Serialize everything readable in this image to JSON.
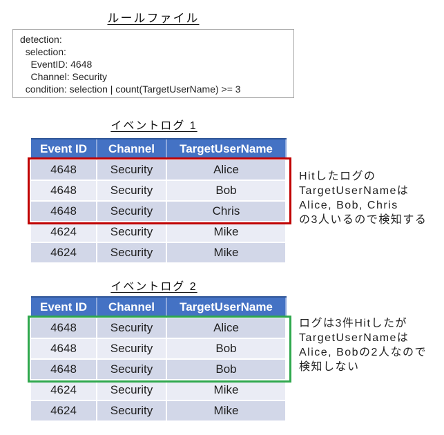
{
  "colors": {
    "table_header_bg": "#4472C4",
    "table_header_text": "#FFFFFF",
    "table_header_top_border": "#2F5597",
    "row_band_dark": "#D2D7E8",
    "row_band_light": "#EAECF5",
    "hit_box_log1_red": "#C00000",
    "hit_box_log2_green": "#2FA84D",
    "rule_box_border": "#A6A6A6"
  },
  "rule_file": {
    "title": "ルールファイル",
    "lines": [
      "detection:",
      "  selection:",
      "    EventID: 4648",
      "    Channel: Security",
      "  condition: selection | count(TargetUserName) >= 3"
    ]
  },
  "log1": {
    "title": "イベントログ 1",
    "columns": [
      "Event ID",
      "Channel",
      "TargetUserName"
    ],
    "rows": [
      [
        "4648",
        "Security",
        "Alice"
      ],
      [
        "4648",
        "Security",
        "Bob"
      ],
      [
        "4648",
        "Security",
        "Chris"
      ],
      [
        "4624",
        "Security",
        "Mike"
      ],
      [
        "4624",
        "Security",
        "Mike"
      ]
    ],
    "annotation": [
      "Hitしたログの",
      "TargetUserNameは",
      "Alice, Bob, Chris",
      "の3人いるので検知する"
    ]
  },
  "log2": {
    "title": "イベントログ 2",
    "columns": [
      "Event ID",
      "Channel",
      "TargetUserName"
    ],
    "rows": [
      [
        "4648",
        "Security",
        "Alice"
      ],
      [
        "4648",
        "Security",
        "Bob"
      ],
      [
        "4648",
        "Security",
        "Bob"
      ],
      [
        "4624",
        "Security",
        "Mike"
      ],
      [
        "4624",
        "Security",
        "Mike"
      ]
    ],
    "annotation": [
      "ログは3件Hitしたが",
      "TargetUserNameは",
      "Alice, Bobの2人なので",
      "検知しない"
    ]
  }
}
